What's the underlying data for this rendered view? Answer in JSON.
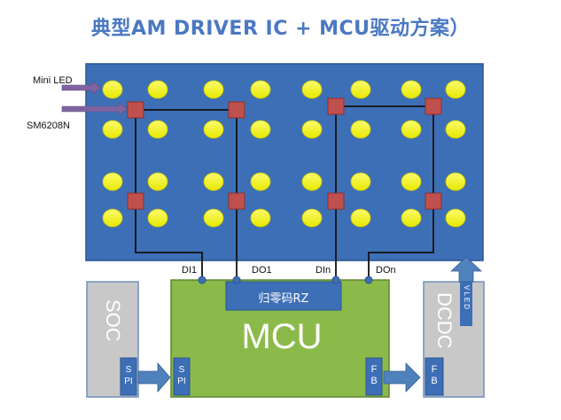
{
  "title": "典型AM DRIVER IC + MCU驱动方案）",
  "inputs": {
    "mini_led": "Mini LED",
    "driver": "SM6208N"
  },
  "signals": {
    "di1": "DI1",
    "do1": "DO1",
    "din": "DIn",
    "don": "DOn"
  },
  "blocks": {
    "soc": "SOC",
    "mcu": "MCU",
    "rz": "归零码RZ",
    "dcdc": "DCDC",
    "vled": "VLED"
  },
  "pins": {
    "soc_spi": [
      "S",
      "PI"
    ],
    "mcu_spi": [
      "S",
      "PI"
    ],
    "mcu_fb": [
      "F",
      "B"
    ],
    "dcdc_fb": [
      "F",
      "B"
    ]
  },
  "colors": {
    "title": "#4a78c2",
    "panel": "#3d6fb6",
    "led": "#f2f21a",
    "driver_chip": "#c0504d",
    "mcu": "#8cba4a",
    "grey_block": "#c8c8c8",
    "pin_box": "#3d6fb6",
    "arrow": "#4f81bd",
    "input_arrow": "#8064a2"
  }
}
